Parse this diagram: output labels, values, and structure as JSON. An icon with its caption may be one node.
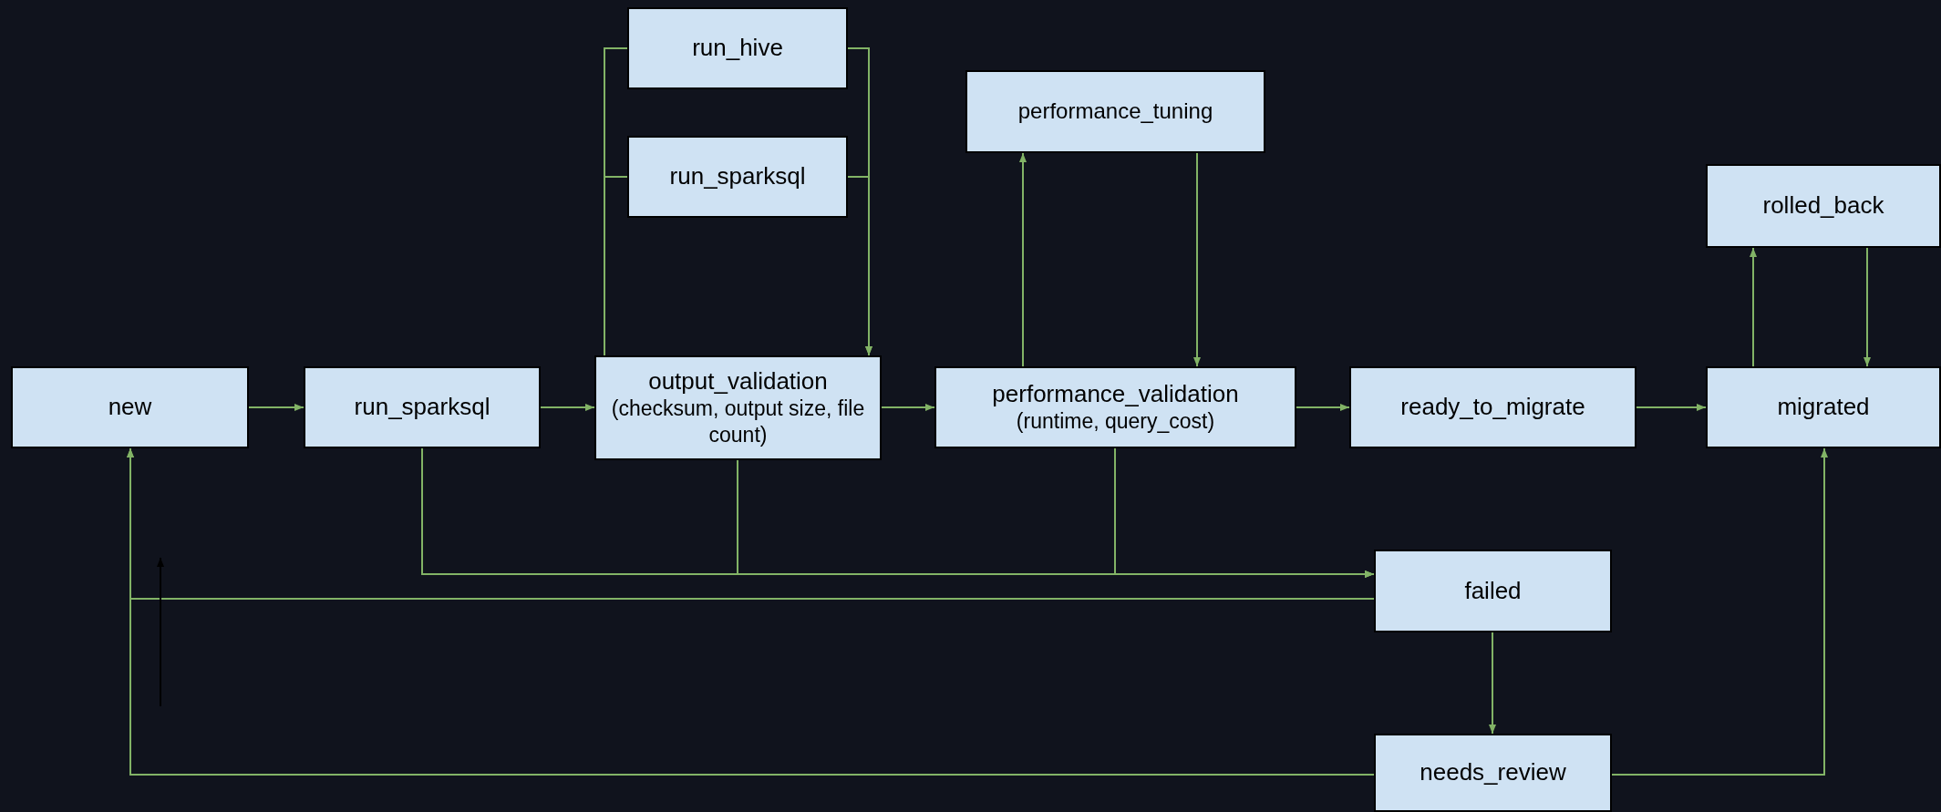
{
  "diagram": {
    "nodes": [
      {
        "text": [
          "new"
        ]
      },
      {
        "text": [
          "run_sparksql"
        ]
      },
      {
        "text": [
          "output_validation",
          "(checksum, output size, file count)"
        ]
      },
      {
        "text": [
          "run_hive"
        ]
      },
      {
        "text": [
          "run_sparksql"
        ]
      },
      {
        "text": [
          "performance_tuning"
        ]
      },
      {
        "text": [
          "performance_validation",
          "(runtime, query_cost)"
        ]
      },
      {
        "text": [
          "ready_to_migrate"
        ]
      },
      {
        "text": [
          "migrated"
        ]
      },
      {
        "text": [
          "rolled_back"
        ]
      },
      {
        "text": [
          "failed"
        ]
      },
      {
        "text": [
          "needs_review"
        ]
      }
    ],
    "edges": [
      {
        "from": 0,
        "to": 1,
        "arrow": "to"
      },
      {
        "from": 1,
        "to": 2,
        "arrow": "to"
      },
      {
        "from": 2,
        "to": 3,
        "arrow": "none"
      },
      {
        "from": 2,
        "to": 4,
        "arrow": "none"
      },
      {
        "from": 3,
        "to": 2,
        "arrow": "to"
      },
      {
        "from": 4,
        "to": 2,
        "arrow": "to"
      },
      {
        "from": 2,
        "to": 6,
        "arrow": "to"
      },
      {
        "from": 6,
        "to": 5,
        "arrow": "to"
      },
      {
        "from": 5,
        "to": 6,
        "arrow": "to"
      },
      {
        "from": 6,
        "to": 7,
        "arrow": "to"
      },
      {
        "from": 7,
        "to": 8,
        "arrow": "to"
      },
      {
        "from": 8,
        "to": 9,
        "arrow": "to"
      },
      {
        "from": 9,
        "to": 8,
        "arrow": "to"
      },
      {
        "from": 1,
        "to": 10,
        "arrow": "to"
      },
      {
        "from": 2,
        "to": 10,
        "arrow": "to"
      },
      {
        "from": 6,
        "to": 10,
        "arrow": "to"
      },
      {
        "from": 10,
        "to": 0,
        "arrow": "to"
      },
      {
        "from": 10,
        "to": 11,
        "arrow": "to"
      },
      {
        "from": 11,
        "to": 0,
        "arrow": "to"
      },
      {
        "from": 11,
        "to": 8,
        "arrow": "to"
      }
    ]
  }
}
